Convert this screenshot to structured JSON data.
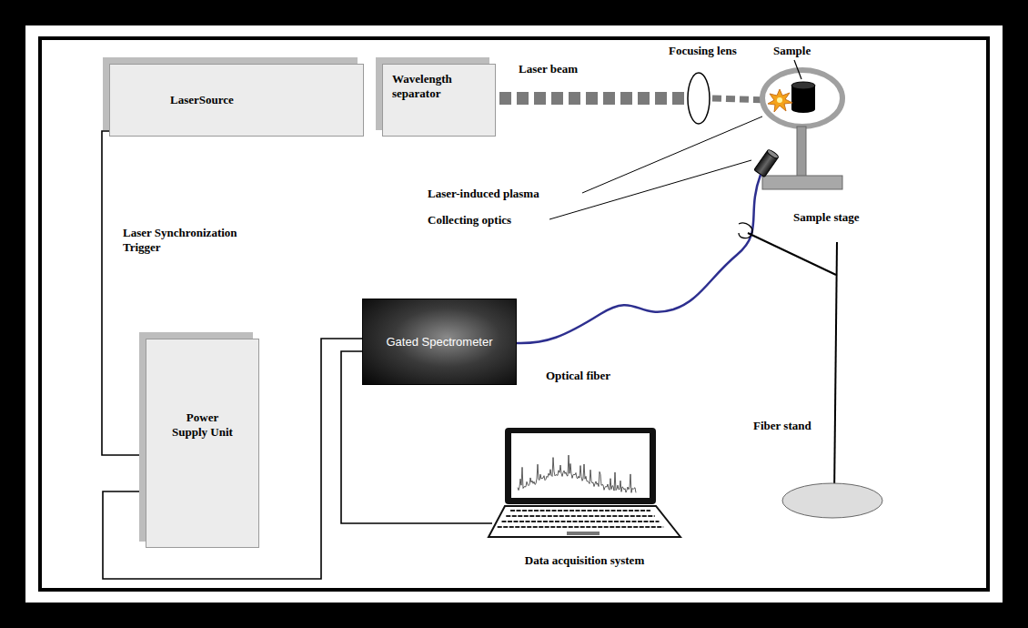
{
  "diagram": {
    "nodes": [
      {
        "text": [
          "LaserSource"
        ]
      },
      {
        "text": [
          "Wavelength separator"
        ]
      },
      {
        "text": [
          "Power Supply Unit"
        ]
      },
      {
        "text": [
          "Gated Spectrometer"
        ]
      },
      {
        "text": [
          "Data acquisition system"
        ]
      }
    ],
    "edges": [
      {
        "from": 0,
        "to": 2,
        "arrow": "none"
      },
      {
        "from": 2,
        "to": 3,
        "arrow": "none"
      },
      {
        "from": 3,
        "to": 4,
        "arrow": "none"
      }
    ],
    "labels": [
      "Laser beam",
      "Focusing lens",
      "Sample",
      "Laser-induced plasma",
      "Collecting optics",
      "Sample stage",
      "Laser Synchronization Trigger",
      "Optical fiber",
      "Fiber stand"
    ]
  }
}
